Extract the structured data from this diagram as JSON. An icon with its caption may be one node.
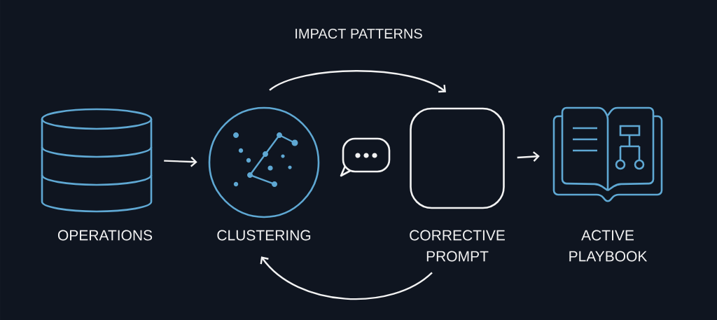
{
  "diagram": {
    "nodes": [
      {
        "text": [
          "OPERATIONS"
        ]
      },
      {
        "text": [
          "CLUSTERING"
        ]
      },
      {
        "text": [
          "CORRECTIVE PROMPT"
        ]
      },
      {
        "text": [
          "ACTIVE PLAYBOOK"
        ]
      }
    ],
    "edges": [
      {
        "from": 0,
        "to": 1,
        "arrow": "to"
      },
      {
        "from": 1,
        "to": 2,
        "arrow": "to",
        "label": "IMPACT PATTERNS"
      },
      {
        "from": 2,
        "to": 3,
        "arrow": "to"
      },
      {
        "from": 2,
        "to": 1,
        "arrow": "to"
      }
    ]
  }
}
